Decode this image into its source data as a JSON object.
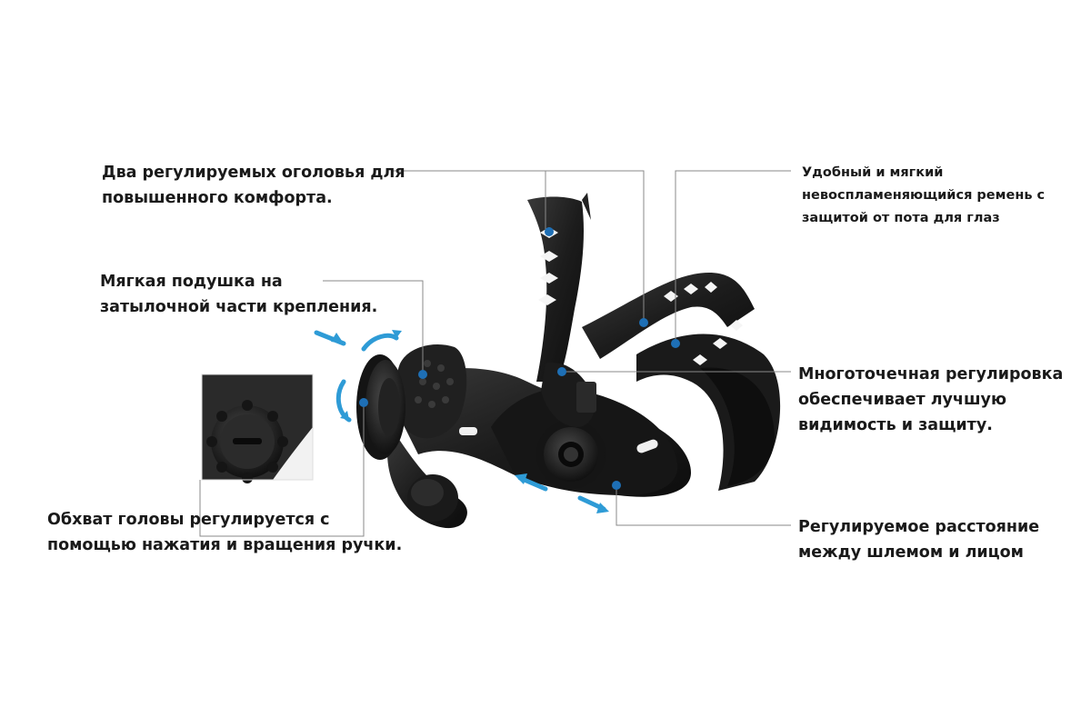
{
  "callouts": {
    "headbands": {
      "lines": [
        "Два регулируемых оголовья для",
        "повышенного комфорта."
      ]
    },
    "sweatband": {
      "lines": [
        "Удобный и мягкий",
        "невоспламеняющийся ремень с",
        "защитой от пота для глаз"
      ]
    },
    "cushion": {
      "lines": [
        "Мягкая подушка на",
        "затылочной части крепления."
      ]
    },
    "multipoint": {
      "lines": [
        "Многоточечная регулировка",
        "обеспечивает лучшую",
        "видимость и защиту."
      ]
    },
    "knob": {
      "lines": [
        "Обхват головы регулируется с",
        "помощью нажатия и вращения ручки."
      ]
    },
    "distance": {
      "lines": [
        "Регулируемое расстояние",
        "между шлемом и лицом"
      ]
    }
  },
  "colors": {
    "marker": "#1e6fb5",
    "arrow": "#2e9bd6",
    "leader_line": "#8a8a8a",
    "plastic": "#1b1b1b"
  }
}
